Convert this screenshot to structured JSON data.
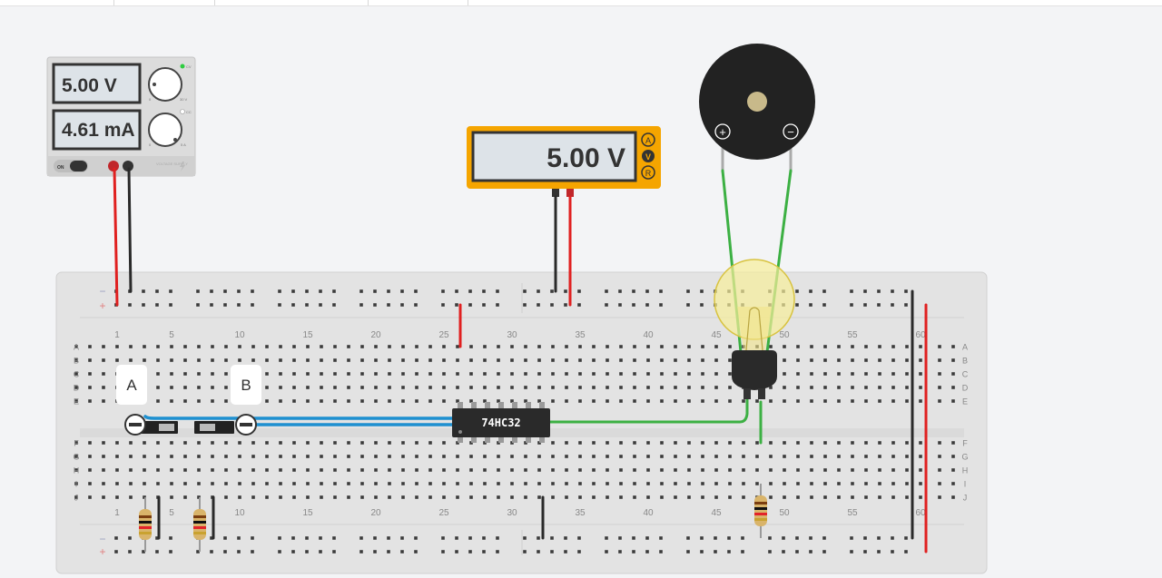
{
  "power_supply": {
    "voltage_display": "5.00 V",
    "current_display": "4.61 mA",
    "on_label": "ON",
    "brand_label": "VOLTAGE SUPPLY",
    "knob_v_label": "30 V",
    "knob_i_label": "5 A",
    "knob_min": "0",
    "cv_label": "CV",
    "cc_label": "CC"
  },
  "multimeter": {
    "display": "5.00 V",
    "mode_a": "A",
    "mode_v": "V",
    "mode_r": "R"
  },
  "switches": {
    "a_label": "A",
    "b_label": "B"
  },
  "chip": {
    "label": "74HC32"
  },
  "buzzer": {
    "plus": "+",
    "minus": "−"
  },
  "breadboard": {
    "columns_top": [
      "1",
      "5",
      "10",
      "15",
      "20",
      "25",
      "30",
      "35",
      "40",
      "45",
      "50",
      "55",
      "60"
    ],
    "columns_bottom": [
      "1",
      "5",
      "10",
      "15",
      "20",
      "25",
      "30",
      "35",
      "40",
      "45",
      "50",
      "55",
      "60"
    ],
    "rows_top": [
      "A",
      "B",
      "C",
      "D",
      "E"
    ],
    "rows_bottom": [
      "F",
      "G",
      "H",
      "I",
      "J"
    ],
    "rail_minus": "−",
    "rail_plus": "+"
  },
  "colors": {
    "wire_red": "#e02020",
    "wire_black": "#2a2a2a",
    "wire_blue": "#1e90d0",
    "wire_green": "#3cb043",
    "multimeter_orange": "#f5a500",
    "breadboard": "#e3e3e3"
  }
}
